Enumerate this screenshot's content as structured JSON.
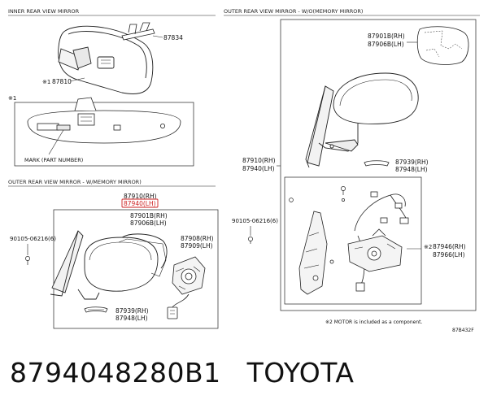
{
  "sections": {
    "inner": "INNER REAR VIEW MIRROR",
    "outer_no_memory": "OUTER REAR VIEW MIRROR - W/O(MEMORY MIRROR)",
    "outer_memory": "OUTER REAR VIEW MIRROR - W/MEMORY MIRROR)"
  },
  "inner": {
    "p87834": "87834",
    "p87810": "87810",
    "p87810_mark": "※1",
    "detail_ref": "※1",
    "mark_label": "MARK (PART NUMBER)"
  },
  "outer_no_memory": {
    "glass_rh": "87901B(RH)",
    "glass_lh": "87906B(LH)",
    "assy_rh": "87910(RH)",
    "assy_lh": "87940(LH)",
    "cover_rh": "87939(RH)",
    "cover_lh": "87948(LH)",
    "screw": "90105-06216(6)",
    "motor_rh": "87946(RH)",
    "motor_lh": "87966(LH)",
    "motor_mark": "※2",
    "footnote": "※2 MOTOR is included as a component.",
    "diagram_code": "87B432F"
  },
  "outer_memory": {
    "assy_rh": "87910(RH)",
    "assy_lh": "87940(LH)",
    "glass_rh": "87901B(RH)",
    "glass_lh": "87906B(LH)",
    "motor_rh": "87908(RH)",
    "motor_lh": "87909(LH)",
    "screw": "90105-06216(6)",
    "cover_rh": "87939(RH)",
    "cover_lh": "87948(LH)"
  },
  "caption": {
    "part_number": "8794048280B1",
    "brand": "TOYOTA"
  },
  "colors": {
    "line": "#222222",
    "highlight": "#cc1f1f"
  }
}
